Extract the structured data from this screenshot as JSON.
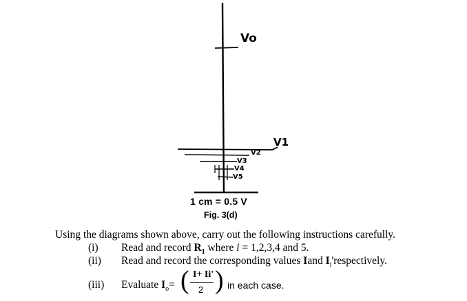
{
  "figure": {
    "vo_label": "Vo",
    "v1_label": "V1",
    "v2_label": "V2",
    "v3_label": "V3",
    "v4_label": "V4",
    "v5_label": "V5",
    "scale_label": "1 cm = 0.5 V",
    "caption": "Fig. 3(d)"
  },
  "instructions": {
    "intro": "Using the diagrams shown above, carry out the following instructions carefully.",
    "items": [
      {
        "num": "(i)",
        "pre": "Read and record ",
        "bold": "R",
        "sub": "1",
        "post": " where ",
        "ital": "i",
        "post2": " = 1,2,3,4 and 5."
      },
      {
        "num": "(ii)",
        "pre": "Read and record the corresponding values ",
        "bold1": "I",
        "mid": "and ",
        "bold2": "I",
        "sub": "i",
        "post": "'respectively."
      },
      {
        "num": "(iii)",
        "pre": "Evaluate ",
        "bold": "I",
        "sub": "o",
        "eq": "=",
        "frac_num": "I+ Ii'",
        "frac_den": "2",
        "post": "in each case."
      }
    ]
  }
}
